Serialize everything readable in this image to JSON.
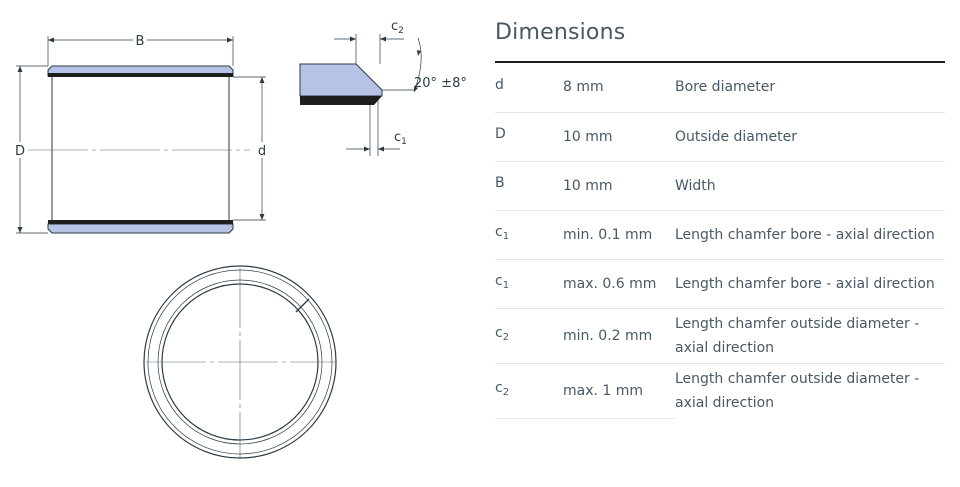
{
  "drawing": {
    "label_B": "B",
    "label_D": "D",
    "label_d": "d",
    "label_c": "c",
    "sub_2": "2",
    "sub_1": "1",
    "angle": "20° ±8°"
  },
  "dimensions": {
    "title": "Dimensions",
    "rows": [
      {
        "symbol": "d",
        "sub": "",
        "value": "8 mm",
        "description": "Bore diameter"
      },
      {
        "symbol": "D",
        "sub": "",
        "value": "10 mm",
        "description": "Outside diameter"
      },
      {
        "symbol": "B",
        "sub": "",
        "value": "10 mm",
        "description": "Width"
      },
      {
        "symbol": "c",
        "sub": "1",
        "value": "min. 0.1 mm",
        "description": "Length chamfer bore - axial direction"
      },
      {
        "symbol": "c",
        "sub": "1",
        "value": "max. 0.6 mm",
        "description": "Length chamfer bore - axial direction"
      },
      {
        "symbol": "c",
        "sub": "2",
        "value": "min. 0.2 mm",
        "description": "Length chamfer outside diameter - axial direction"
      },
      {
        "symbol": "c",
        "sub": "2",
        "value": "max. 1 mm",
        "description": "Length chamfer outside diameter - axial direction"
      }
    ]
  },
  "colors": {
    "fill": "#b6c3e6",
    "band": "#1e1e1e",
    "line": "#2c3a44",
    "text": "#485865"
  }
}
